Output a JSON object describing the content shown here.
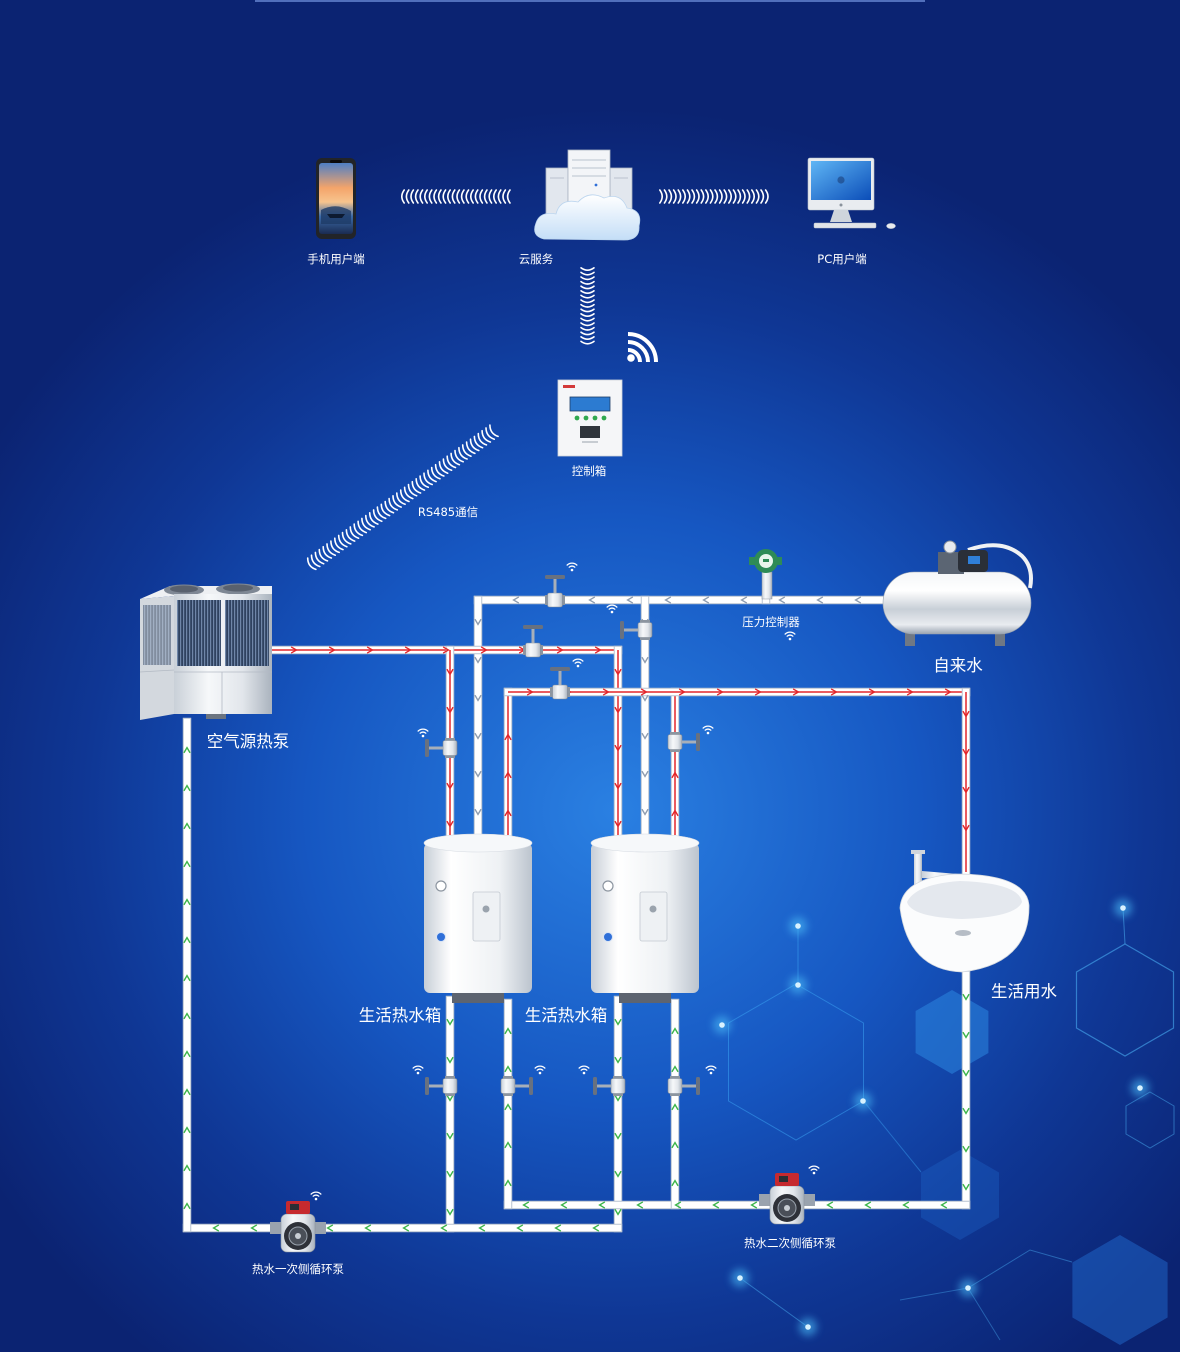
{
  "diagram": {
    "cloud_layer": {
      "mobile_label": "手机用户端",
      "cloud_label": "云服务",
      "pc_label": "PC用户端"
    },
    "control": {
      "control_box_label": "控制箱",
      "rs485_label": "RS485通信"
    },
    "equipment": {
      "heat_pump_label": "空气源热泵",
      "pressure_controller_label": "压力控制器",
      "tap_water_label": "自来水",
      "tank_labels": [
        "生活热水箱",
        "生活热水箱"
      ],
      "domestic_water_label": "生活用水",
      "primary_pump_label": "热水一次侧循环泵",
      "secondary_pump_label": "热水二次侧循环泵"
    }
  },
  "colors": {
    "background_center": "#2a80e2",
    "background_edge": "#0b2372",
    "hot_flow": "#e3262b",
    "return_flow": "#3cb54a",
    "cold_flow": "#8f9db0",
    "pipe": "#ffffff",
    "pipe_edge": "#b9c3d0",
    "tech_accent": "#48b8f5"
  },
  "icons": [
    "mobile-phone-icon",
    "cloud-server-icon",
    "desktop-computer-icon",
    "control-box-icon",
    "wireless-signal-icon",
    "air-source-heat-pump-icon",
    "pressure-controller-icon",
    "tap-water-tank-icon",
    "hot-water-tank-icon",
    "wash-basin-icon",
    "circulation-pump-icon",
    "gate-valve-icon"
  ]
}
